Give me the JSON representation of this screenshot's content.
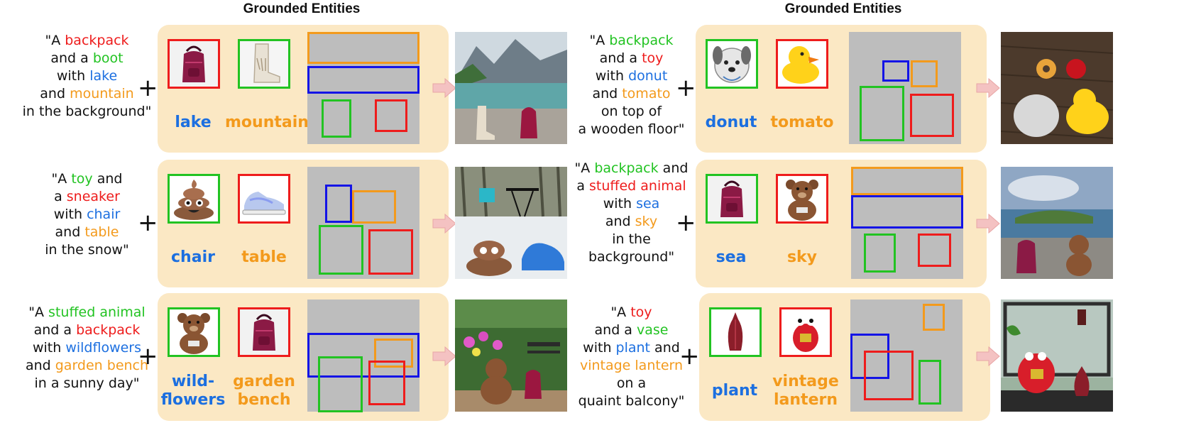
{
  "headers": [
    "Grounded Entities",
    "Grounded Entities"
  ],
  "colors": {
    "red": "#ee1c1c",
    "green": "#22c322",
    "blue": "#1c6fe0",
    "orange": "#f39a1c",
    "box_blue": "#1414e6",
    "panel": "#fbe8c4",
    "canvas": "#bdbdbd",
    "arrow": "#f4c2c2"
  },
  "examples": [
    {
      "prompt": [
        [
          [
            "\"A ",
            ""
          ],
          [
            "backpack",
            "red"
          ]
        ],
        [
          [
            "and a ",
            ""
          ],
          [
            "boot",
            "green"
          ]
        ],
        [
          [
            "with ",
            ""
          ],
          [
            "lake",
            "blue"
          ]
        ],
        [
          [
            "and ",
            ""
          ],
          [
            "mountain",
            "orange"
          ]
        ],
        [
          [
            "in the background\"",
            ""
          ]
        ]
      ],
      "labels": [
        {
          "text": "lake",
          "color": "blue"
        },
        {
          "text": "mountain",
          "color": "orange"
        }
      ],
      "thumbs": [
        {
          "icon": "backpack-icon",
          "border": "red"
        },
        {
          "icon": "boot-icon",
          "border": "green"
        }
      ],
      "image": "lake-mountain-scene"
    },
    {
      "prompt": [
        [
          [
            "\"A ",
            ""
          ],
          [
            "backpack",
            "green"
          ]
        ],
        [
          [
            "and a ",
            ""
          ],
          [
            "toy",
            "red"
          ]
        ],
        [
          [
            "with ",
            ""
          ],
          [
            "donut",
            "blue"
          ]
        ],
        [
          [
            "and ",
            ""
          ],
          [
            "tomato",
            "orange"
          ]
        ],
        [
          [
            "on top of",
            ""
          ]
        ],
        [
          [
            "a wooden floor\"",
            ""
          ]
        ]
      ],
      "labels": [
        {
          "text": "donut",
          "color": "blue"
        },
        {
          "text": "tomato",
          "color": "orange"
        }
      ],
      "thumbs": [
        {
          "icon": "dog-backpack-icon",
          "border": "green"
        },
        {
          "icon": "rubber-duck-icon",
          "border": "red"
        }
      ],
      "image": "wooden-floor-scene"
    },
    {
      "prompt": [
        [
          [
            "\"A ",
            ""
          ],
          [
            "toy",
            "green"
          ],
          [
            " and",
            ""
          ]
        ],
        [
          [
            "a ",
            ""
          ],
          [
            "sneaker",
            "red"
          ]
        ],
        [
          [
            "with ",
            ""
          ],
          [
            "chair",
            "blue"
          ]
        ],
        [
          [
            "and ",
            ""
          ],
          [
            "table",
            "orange"
          ]
        ],
        [
          [
            "in the snow\"",
            ""
          ]
        ]
      ],
      "labels": [
        {
          "text": "chair",
          "color": "blue"
        },
        {
          "text": "table",
          "color": "orange"
        }
      ],
      "thumbs": [
        {
          "icon": "poop-emoji-icon",
          "border": "green"
        },
        {
          "icon": "sneaker-icon",
          "border": "red"
        }
      ],
      "image": "snow-scene"
    },
    {
      "prompt": [
        [
          [
            "\"A ",
            ""
          ],
          [
            "backpack",
            "green"
          ],
          [
            " and",
            ""
          ]
        ],
        [
          [
            "a ",
            ""
          ],
          [
            "stuffed animal",
            "red"
          ]
        ],
        [
          [
            "with ",
            ""
          ],
          [
            "sea",
            "blue"
          ]
        ],
        [
          [
            "and ",
            ""
          ],
          [
            "sky",
            "orange"
          ]
        ],
        [
          [
            "in the",
            ""
          ]
        ],
        [
          [
            "background\"",
            ""
          ]
        ]
      ],
      "labels": [
        {
          "text": "sea",
          "color": "blue"
        },
        {
          "text": "sky",
          "color": "orange"
        }
      ],
      "thumbs": [
        {
          "icon": "backpack-icon",
          "border": "green"
        },
        {
          "icon": "teddy-bear-icon",
          "border": "red"
        }
      ],
      "image": "seaside-scene"
    },
    {
      "prompt": [
        [
          [
            "\"A ",
            ""
          ],
          [
            "stuffed animal",
            "green"
          ]
        ],
        [
          [
            "and a ",
            ""
          ],
          [
            "backpack",
            "red"
          ]
        ],
        [
          [
            "with ",
            ""
          ],
          [
            "wildflowers",
            "blue"
          ]
        ],
        [
          [
            "and ",
            ""
          ],
          [
            "garden bench",
            "orange"
          ]
        ],
        [
          [
            "in a sunny day\"",
            ""
          ]
        ]
      ],
      "labels": [
        {
          "text": "wild-\nflowers",
          "color": "blue"
        },
        {
          "text": "garden\nbench",
          "color": "orange"
        }
      ],
      "thumbs": [
        {
          "icon": "teddy-bear-icon",
          "border": "green"
        },
        {
          "icon": "backpack-icon",
          "border": "red"
        }
      ],
      "image": "garden-scene"
    },
    {
      "prompt": [
        [
          [
            "\"A ",
            ""
          ],
          [
            "toy",
            "red"
          ]
        ],
        [
          [
            "and a ",
            ""
          ],
          [
            "vase",
            "green"
          ]
        ],
        [
          [
            "with ",
            ""
          ],
          [
            "plant",
            "blue"
          ],
          [
            " and",
            ""
          ]
        ],
        [
          [
            "vintage lantern",
            "orange"
          ]
        ],
        [
          [
            "on a",
            ""
          ]
        ],
        [
          [
            "quaint balcony\"",
            ""
          ]
        ]
      ],
      "labels": [
        {
          "text": "plant",
          "color": "blue"
        },
        {
          "text": "vintage\nlantern",
          "color": "orange"
        }
      ],
      "thumbs": [
        {
          "icon": "vase-icon",
          "border": "green"
        },
        {
          "icon": "red-plush-toy-icon",
          "border": "red"
        }
      ],
      "image": "balcony-scene"
    }
  ]
}
